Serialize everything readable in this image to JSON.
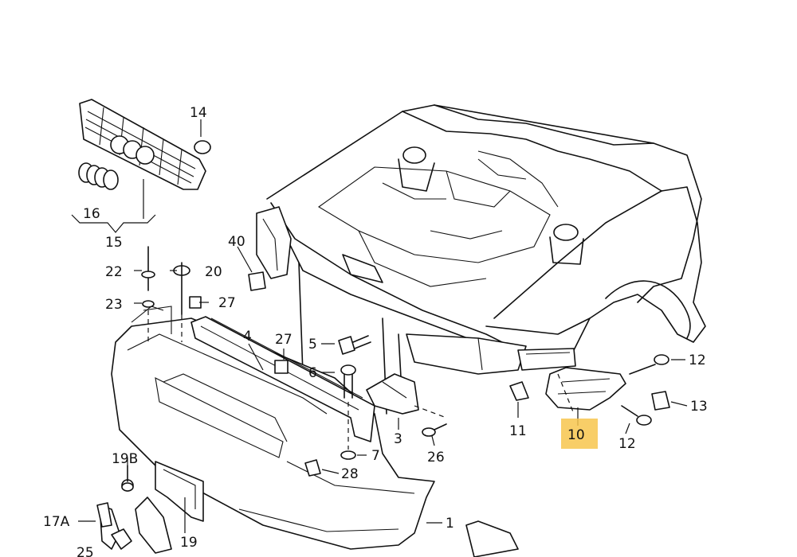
{
  "callouts": {
    "c1": "1",
    "c3": "3",
    "c4": "4",
    "c5": "5",
    "c6": "6",
    "c7": "7",
    "c10": "10",
    "c11": "11",
    "c12a": "12",
    "c12b": "12",
    "c13": "13",
    "c14": "14",
    "c15": "15",
    "c16": "16",
    "c17a": "17A",
    "c19": "19",
    "c19b": "19B",
    "c20": "20",
    "c22": "22",
    "c23": "23",
    "c25": "25",
    "c26": "26",
    "c27a": "27",
    "c27b": "27",
    "c28": "28",
    "c40": "40"
  },
  "highlight": {
    "label": "10",
    "color": "#f7c64d"
  }
}
